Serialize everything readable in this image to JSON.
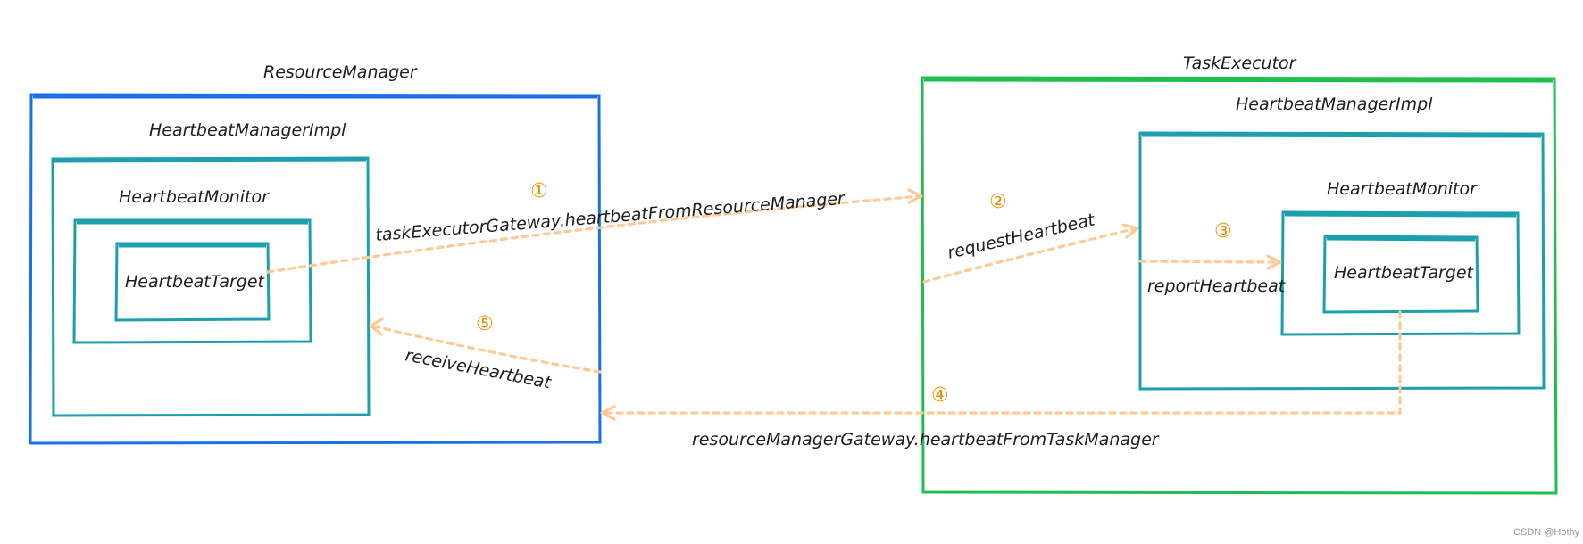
{
  "resource_manager": {
    "title": "ResourceManager",
    "manager": "HeartbeatManagerImpl",
    "monitor": "HeartbeatMonitor",
    "target": "HeartbeatTarget"
  },
  "task_executor": {
    "title": "TaskExecutor",
    "manager": "HeartbeatManagerImpl",
    "monitor": "HeartbeatMonitor",
    "target": "HeartbeatTarget"
  },
  "steps": [
    {
      "number": "①",
      "label": "taskExecutorGateway.heartbeatFromResourceManager"
    },
    {
      "number": "②",
      "label": "requestHeartbeat"
    },
    {
      "number": "③",
      "label": "reportHeartbeat"
    },
    {
      "number": "④",
      "label": "resourceManagerGateway.heartbeatFromTaskManager"
    },
    {
      "number": "⑤",
      "label": "receiveHeartbeat"
    }
  ],
  "watermark": "CSDN @Hothy",
  "colors": {
    "resource_manager_border": "#1971e8",
    "task_executor_border": "#1fbf4f",
    "inner_border": "#1d9fae",
    "arrow": "#ffc995",
    "step_number": "#f08c00"
  }
}
